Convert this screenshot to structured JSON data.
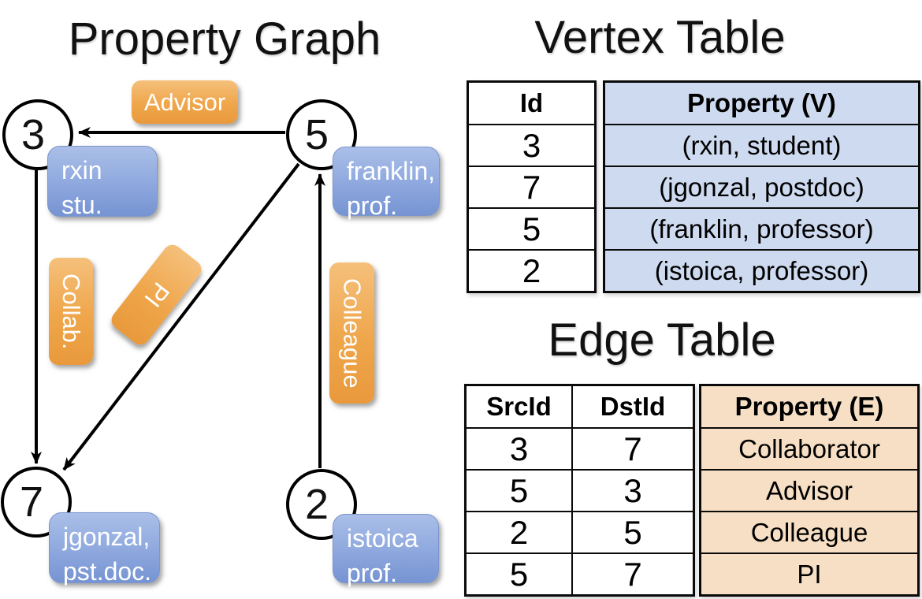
{
  "graph": {
    "title": "Property Graph",
    "nodes": {
      "n3": {
        "id": "3",
        "line1": "rxin",
        "line2": "stu."
      },
      "n5": {
        "id": "5",
        "line1": "franklin,",
        "line2": "prof."
      },
      "n7": {
        "id": "7",
        "line1": "jgonzal,",
        "line2": "pst.doc."
      },
      "n2": {
        "id": "2",
        "line1": "istoica",
        "line2": "prof."
      }
    },
    "edge_labels": {
      "advisor": "Advisor",
      "collab": "Collab.",
      "pi": "PI",
      "colleague": "Colleague"
    }
  },
  "vertex_table": {
    "title": "Vertex Table",
    "headers": {
      "id": "Id",
      "property": "Property (V)"
    },
    "rows": [
      {
        "id": "3",
        "property": "(rxin, student)"
      },
      {
        "id": "7",
        "property": "(jgonzal, postdoc)"
      },
      {
        "id": "5",
        "property": "(franklin, professor)"
      },
      {
        "id": "2",
        "property": "(istoica, professor)"
      }
    ]
  },
  "edge_table": {
    "title": "Edge Table",
    "headers": {
      "src": "SrcId",
      "dst": "DstId",
      "property": "Property (E)"
    },
    "rows": [
      {
        "src": "3",
        "dst": "7",
        "property": "Collaborator"
      },
      {
        "src": "5",
        "dst": "3",
        "property": "Advisor"
      },
      {
        "src": "2",
        "dst": "5",
        "property": "Colleague"
      },
      {
        "src": "5",
        "dst": "7",
        "property": "PI"
      }
    ]
  },
  "colors": {
    "node_fill": "#FFFFFF",
    "node_stroke": "#000000",
    "vertex_box_blue_top": "#AABFE8",
    "vertex_box_blue_bottom": "#7694D3",
    "edge_label_orange_top": "#F5C07B",
    "edge_label_orange_bottom": "#E9993C",
    "vertex_table_fill": "#CEDAEF",
    "edge_table_fill": "#F6DFC4"
  }
}
